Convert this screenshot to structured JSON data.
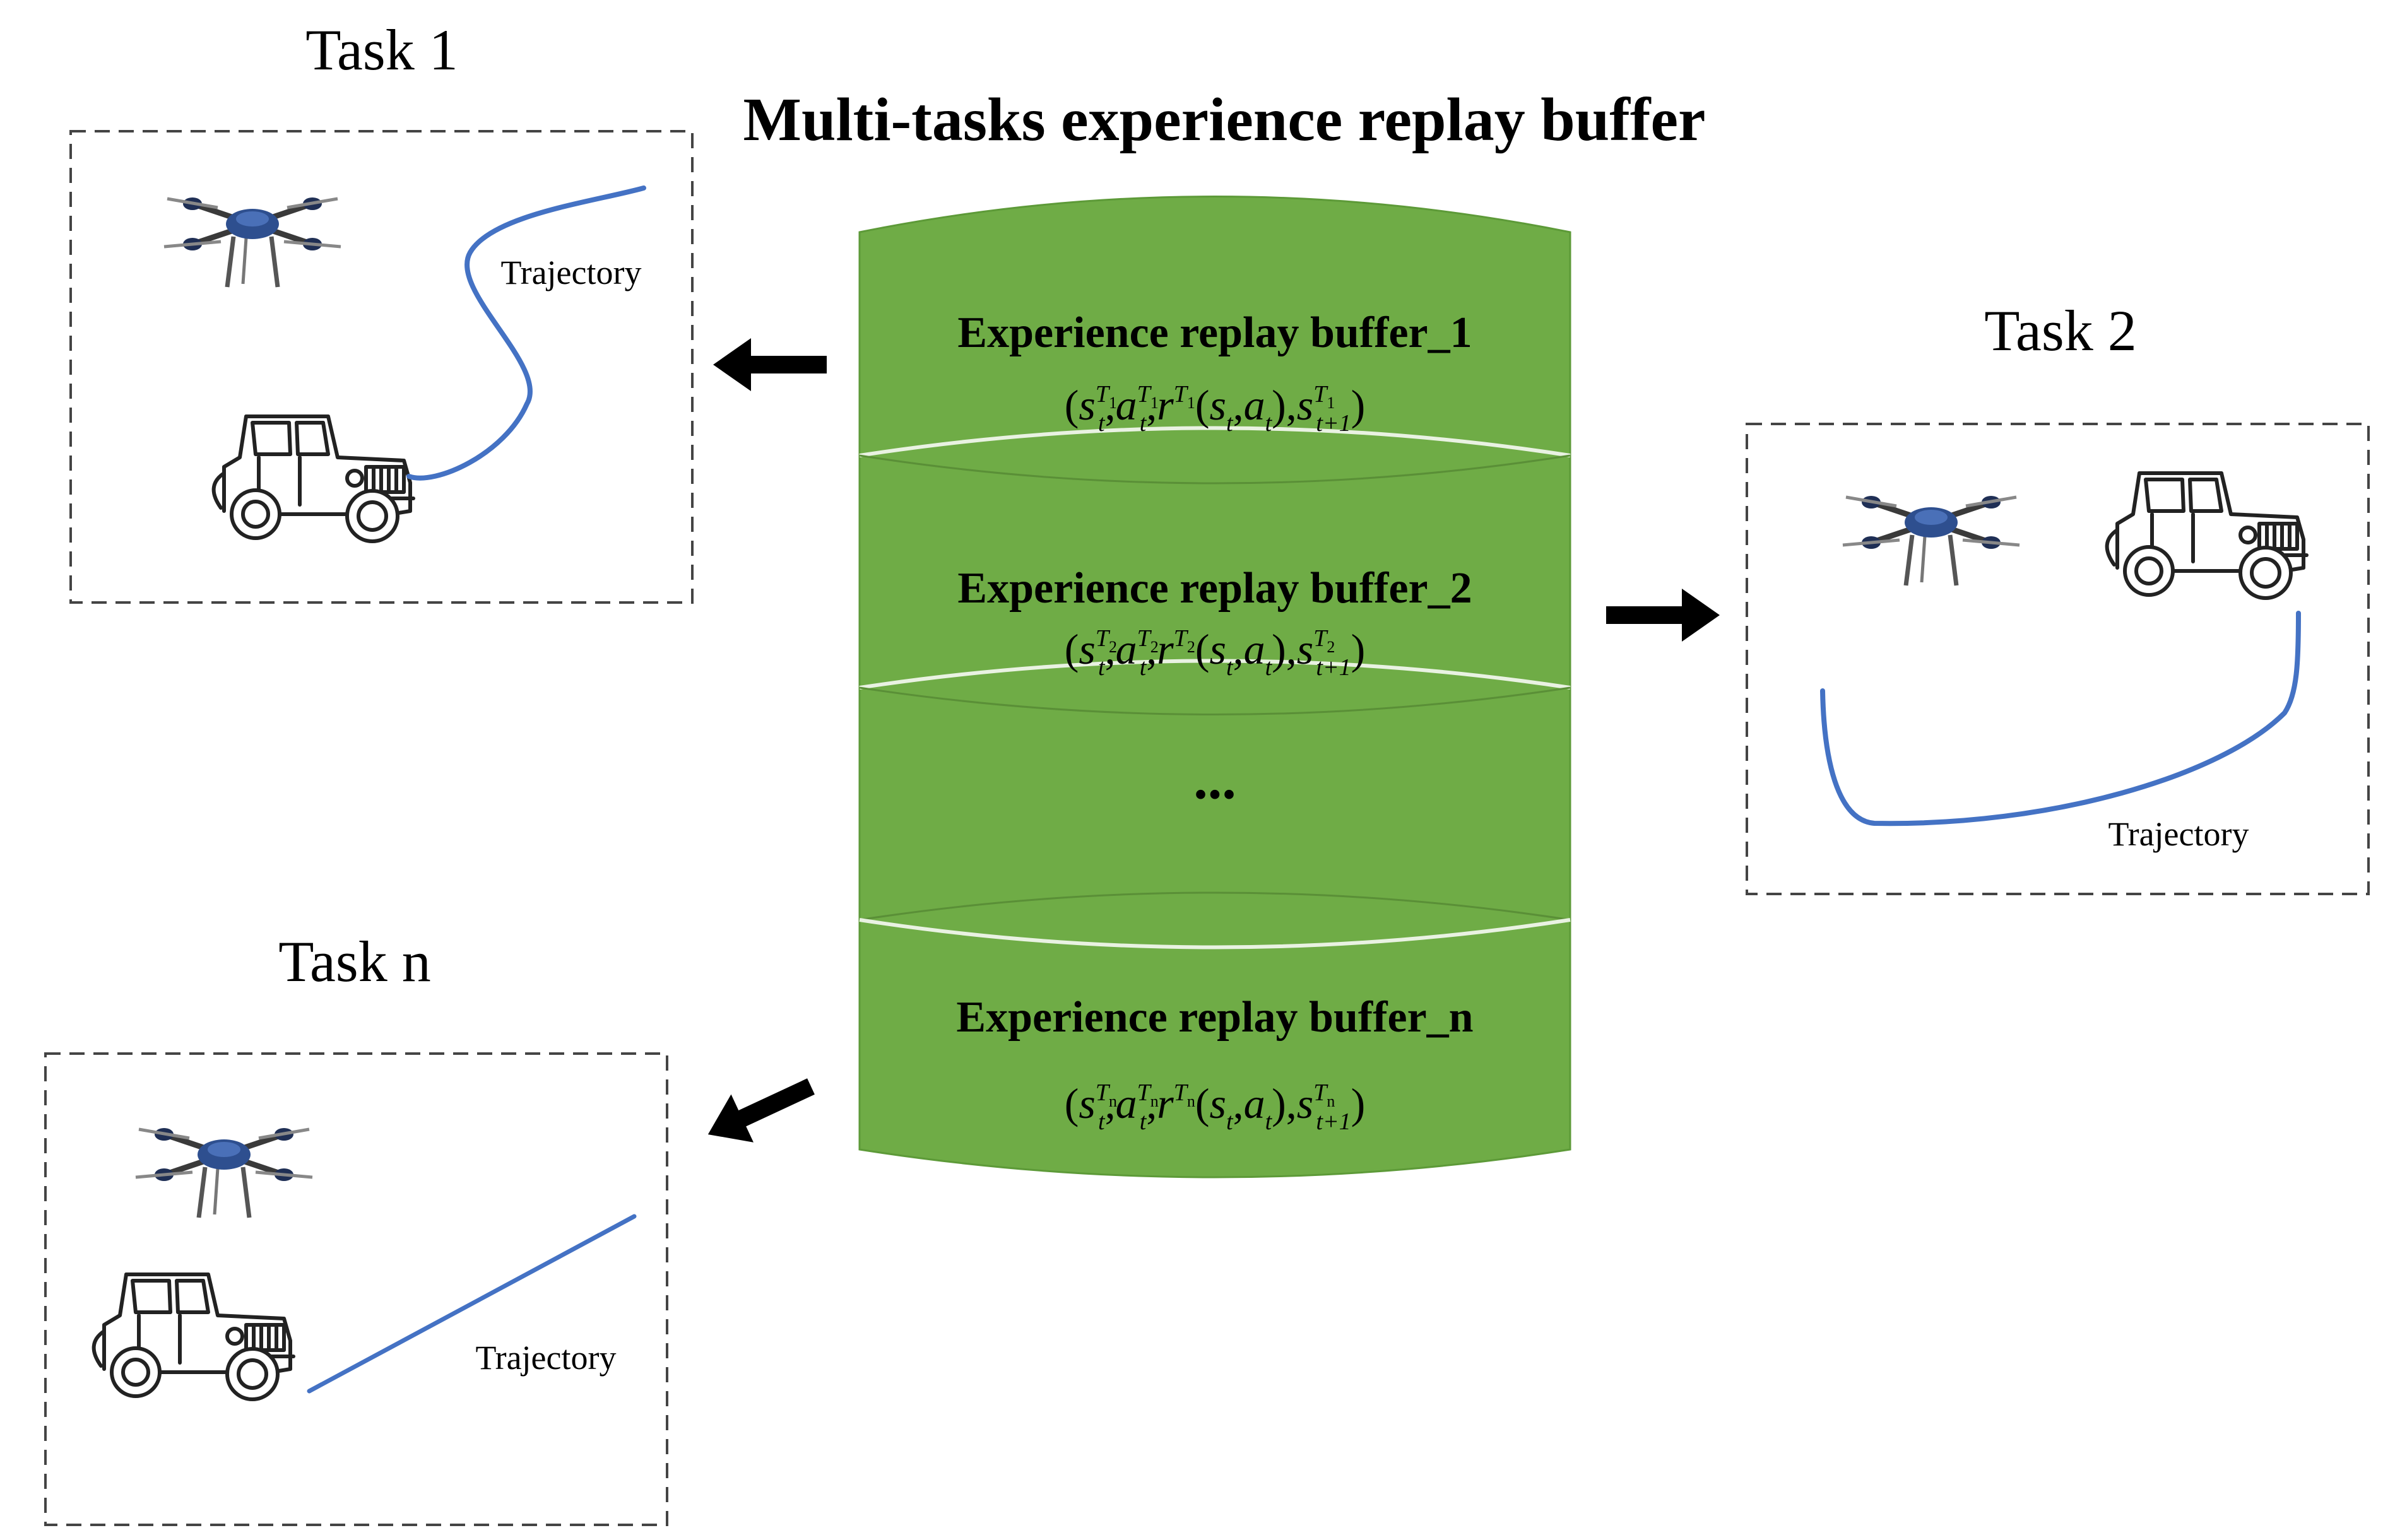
{
  "title": "Multi-tasks experience replay buffer",
  "tasks": [
    {
      "label": "Task 1",
      "trajectory_label": "Trajectory"
    },
    {
      "label": "Task 2",
      "trajectory_label": "Trajectory"
    },
    {
      "label": "Task n",
      "trajectory_label": "Trajectory"
    }
  ],
  "buffers": [
    {
      "label": "Experience replay buffer_1",
      "tuple": {
        "open": "(",
        "s": "s",
        "a": "a",
        "r": "r",
        "st": "s",
        "at": "a",
        "close": ")",
        "task_sub": "1",
        "t": "t",
        "tnext": "t+1"
      }
    },
    {
      "label": "Experience replay buffer_2",
      "tuple": {
        "open": "(",
        "s": "s",
        "a": "a",
        "r": "r",
        "st": "s",
        "at": "a",
        "close": ")",
        "task_sub": "2",
        "t": "t",
        "tnext": "t+1"
      }
    },
    {
      "label": "...",
      "tuple": null
    },
    {
      "label": "Experience replay buffer_n",
      "tuple": {
        "open": "(",
        "s": "s",
        "a": "a",
        "r": "r",
        "st": "s",
        "at": "a",
        "close": ")",
        "task_sub": "n",
        "t": "t",
        "tnext": "t+1"
      }
    }
  ],
  "colors": {
    "cylinder": "#6fac46",
    "cylinder_edge": "#5d9a38",
    "separator": "#e9f2e2",
    "trajectory": "#4472c4",
    "arrow": "#000000",
    "dashed_border": "#444444",
    "drone_body": "#2e4f8f",
    "outline": "#222222"
  },
  "icons": [
    "quadcopter-drone-icon",
    "jeep-vehicle-icon",
    "arrow-icon"
  ]
}
